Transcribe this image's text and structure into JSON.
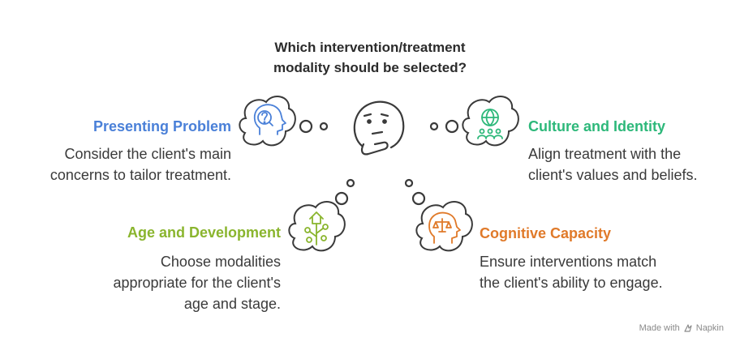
{
  "title": {
    "line1": "Which intervention/treatment",
    "line2": "modality should be selected?"
  },
  "items": [
    {
      "heading": "Presenting Problem",
      "desc": [
        "Consider the client's main",
        "concerns to tailor treatment."
      ],
      "color": "#4a80d8",
      "icon": "head-question-icon"
    },
    {
      "heading": "Culture and Identity",
      "desc": [
        "Align treatment with the",
        "client's values and beliefs."
      ],
      "color": "#2db87a",
      "icon": "globe-people-icon"
    },
    {
      "heading": "Age and Development",
      "desc": [
        "Choose modalities",
        "appropriate for the client's",
        "age and stage."
      ],
      "color": "#8ab52e",
      "icon": "growth-plant-icon"
    },
    {
      "heading": "Cognitive Capacity",
      "desc": [
        "Ensure interventions match",
        "the client's ability to engage."
      ],
      "color": "#e07a2a",
      "icon": "head-balance-icon"
    }
  ],
  "footer": {
    "made_with": "Made with",
    "brand": "Napkin"
  },
  "colors": {
    "text": "#2b2b2b",
    "stroke": "#3a3a3a"
  }
}
